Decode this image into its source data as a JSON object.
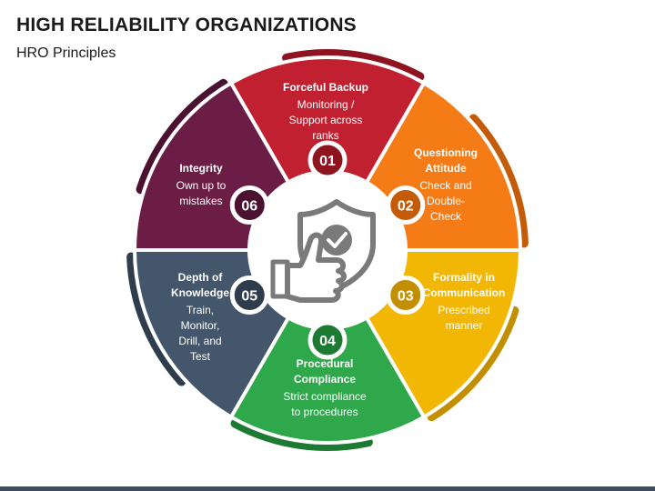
{
  "header": {
    "title": "HIGH RELIABILITY ORGANIZATIONS",
    "subtitle": "HRO Principles"
  },
  "center_icon": "shield-check-thumbs-up-icon",
  "segments": [
    {
      "number": "01",
      "title_lines": [
        "Forceful Backup"
      ],
      "desc_lines": [
        "Monitoring /",
        "Support across",
        "ranks"
      ],
      "color": "#c0202f",
      "dark": "#8e1420"
    },
    {
      "number": "02",
      "title_lines": [
        "Questioning",
        "Attitude"
      ],
      "desc_lines": [
        "Check and",
        "Double-",
        "Check"
      ],
      "color": "#f47b16",
      "dark": "#c45b08"
    },
    {
      "number": "03",
      "title_lines": [
        "Formality in",
        "Communication"
      ],
      "desc_lines": [
        "Prescribed",
        "manner"
      ],
      "color": "#f2b705",
      "dark": "#c28f00"
    },
    {
      "number": "04",
      "title_lines": [
        "Procedural",
        "Compliance"
      ],
      "desc_lines": [
        "Strict compliance",
        "to procedures"
      ],
      "color": "#2ea84a",
      "dark": "#1d7a33"
    },
    {
      "number": "05",
      "title_lines": [
        "Depth of",
        "Knowledge"
      ],
      "desc_lines": [
        "Train,",
        "Monitor,",
        "Drill, and",
        "Test"
      ],
      "color": "#44566b",
      "dark": "#2e3c4c"
    },
    {
      "number": "06",
      "title_lines": [
        "Integrity"
      ],
      "desc_lines": [
        "Own up to",
        "mistakes"
      ],
      "color": "#6b1d45",
      "dark": "#4a1230"
    }
  ]
}
